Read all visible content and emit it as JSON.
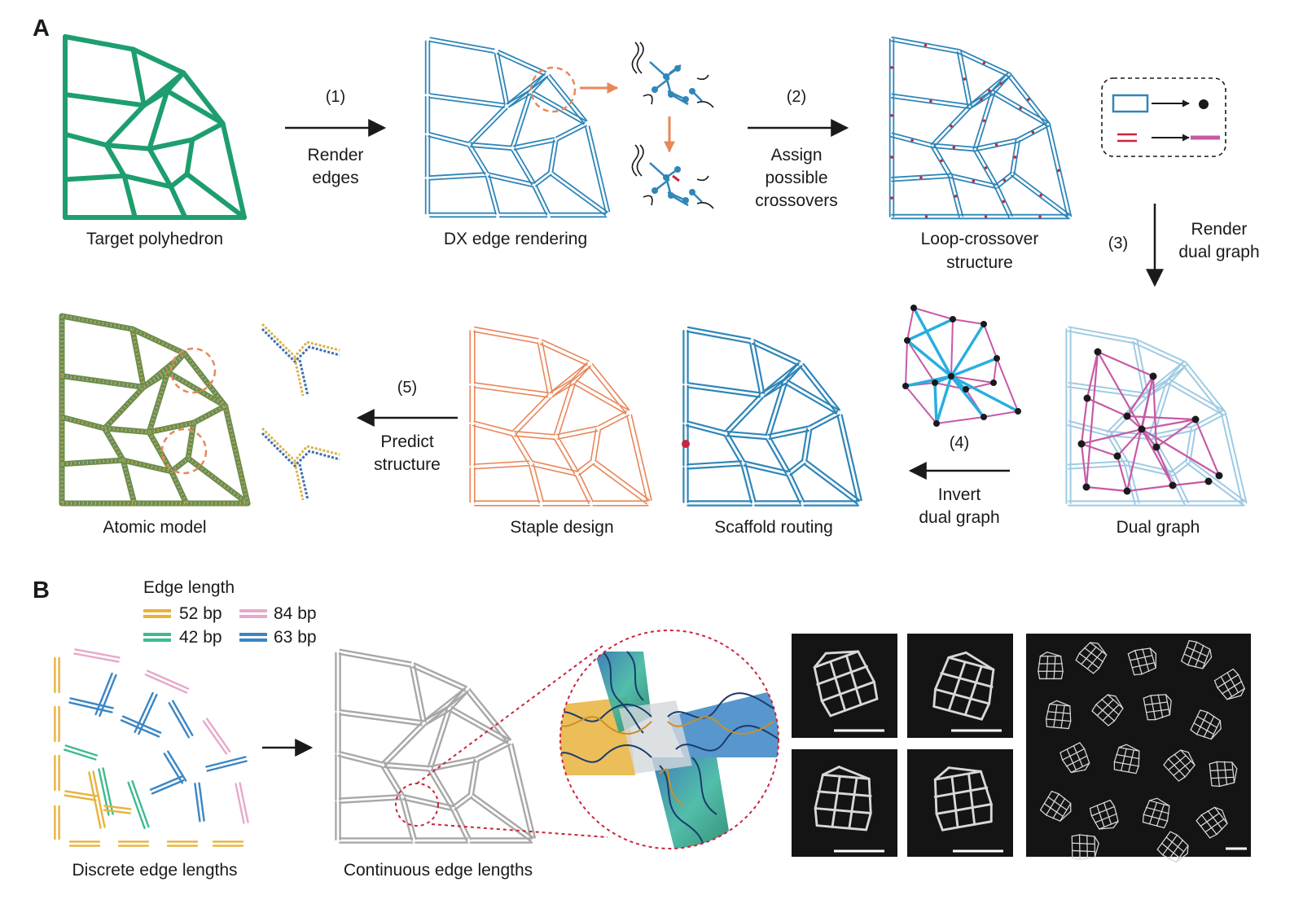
{
  "panel_a": {
    "label": "A",
    "target_polyhedron": "Target polyhedron",
    "dx_edge_rendering": "DX edge rendering",
    "loop_crossover": [
      "Loop-crossover",
      "structure"
    ],
    "atomic_model": "Atomic model",
    "staple_design": "Staple design",
    "scaffold_routing": "Scaffold routing",
    "dual_graph": "Dual graph",
    "steps": {
      "s1": {
        "num": "(1)",
        "lines": [
          "Render",
          "edges"
        ]
      },
      "s2": {
        "num": "(2)",
        "lines": [
          "Assign",
          "possible",
          "crossovers"
        ]
      },
      "s3": {
        "num": "(3)",
        "lines": [
          "Render",
          "dual graph"
        ]
      },
      "s4": {
        "num": "(4)",
        "lines": [
          "Invert",
          "dual graph"
        ]
      },
      "s5": {
        "num": "(5)",
        "lines": [
          "Predict",
          "structure"
        ]
      }
    }
  },
  "panel_b": {
    "label": "B",
    "legend_title": "Edge length",
    "legend": [
      {
        "label": "52 bp",
        "color": "#e8b33c"
      },
      {
        "label": "84 bp",
        "color": "#e6a9cb"
      },
      {
        "label": "42 bp",
        "color": "#3dbb8f"
      },
      {
        "label": "63 bp",
        "color": "#3a85c4"
      }
    ],
    "discrete": "Discrete edge lengths",
    "continuous": "Continuous edge lengths"
  },
  "colors": {
    "green": "#1e9e6e",
    "blue": "#2f86b8",
    "orange": "#e8875a",
    "pink": "#c65aa6",
    "lightblue": "#9fcbe3",
    "cyan": "#29aee0",
    "gray": "#a8a8a8",
    "red": "#c8253a"
  }
}
